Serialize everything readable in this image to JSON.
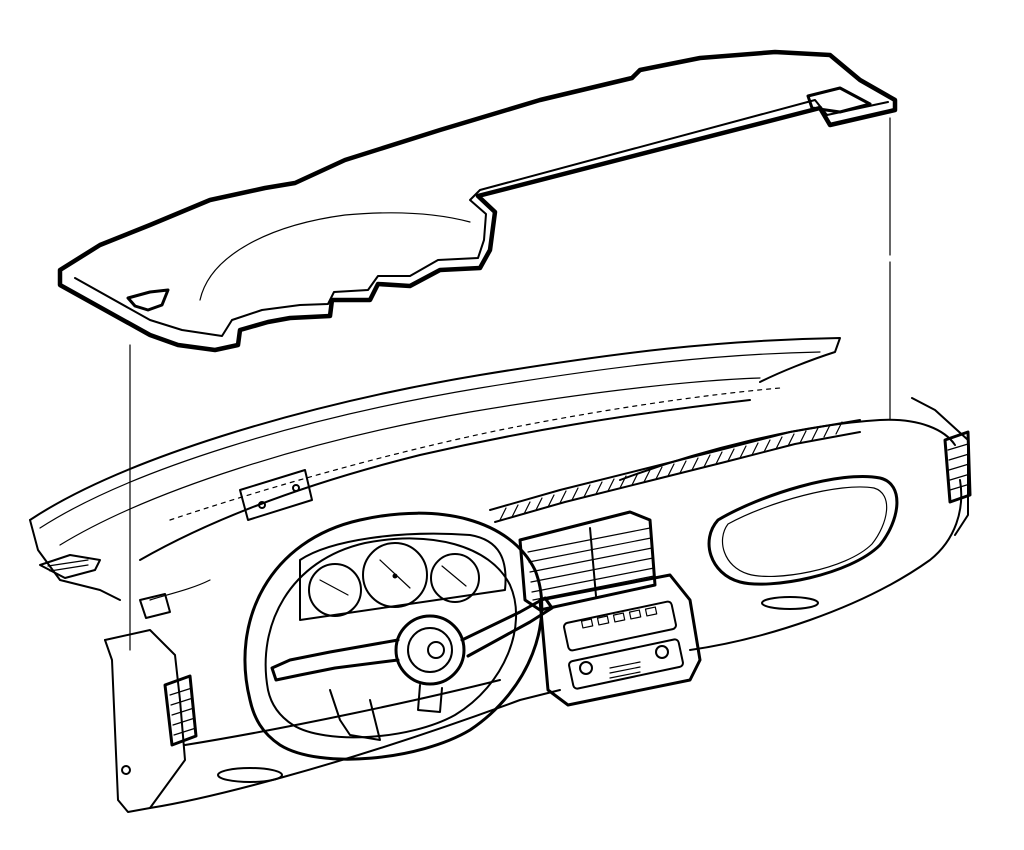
{
  "figure": {
    "ink_color": "#000000",
    "paper_color": "#ffffff",
    "parts": [
      "dash-pad-cover",
      "instrument-panel",
      "steering-wheel",
      "instrument-cluster",
      "center-air-vent",
      "radio-controls",
      "glove-box",
      "side-air-vent-left",
      "side-air-vent-right",
      "alignment-guide-lines"
    ]
  }
}
